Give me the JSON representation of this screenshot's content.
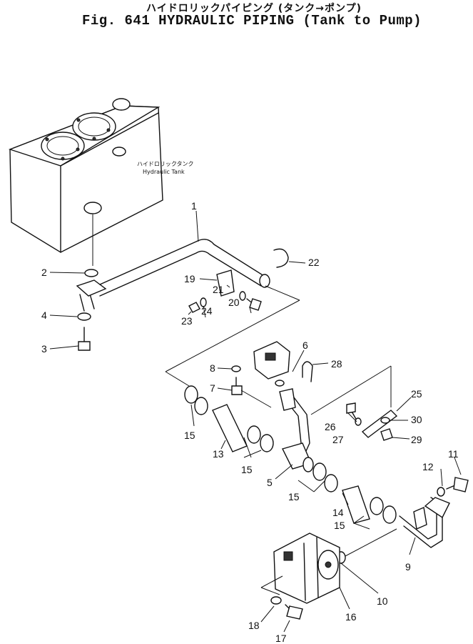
{
  "title": {
    "japanese": "ハイドロリックパイピング (タンク→ポンプ)",
    "english": "Fig. 641 HYDRAULIC PIPING (Tank to Pump)"
  },
  "tank_label": {
    "japanese": "ハイドロリックタンク",
    "english": "Hydraulic Tank"
  },
  "part_numbers": [
    "1",
    "2",
    "3",
    "4",
    "5",
    "6",
    "7",
    "8",
    "9",
    "10",
    "11",
    "12",
    "13",
    "14",
    "15",
    "16",
    "17",
    "18",
    "19",
    "20",
    "21",
    "22",
    "23",
    "24",
    "25",
    "26",
    "27",
    "28",
    "29",
    "30"
  ],
  "callouts": [
    {
      "id": "p1",
      "label": "1"
    },
    {
      "id": "p2",
      "label": "2"
    },
    {
      "id": "p3",
      "label": "3"
    },
    {
      "id": "p4",
      "label": "4"
    },
    {
      "id": "p5",
      "label": "5"
    },
    {
      "id": "p6",
      "label": "6"
    },
    {
      "id": "p7",
      "label": "7"
    },
    {
      "id": "p8",
      "label": "8"
    },
    {
      "id": "p9",
      "label": "9"
    },
    {
      "id": "p10",
      "label": "10"
    },
    {
      "id": "p11",
      "label": "11"
    },
    {
      "id": "p12",
      "label": "12"
    },
    {
      "id": "p13",
      "label": "13"
    },
    {
      "id": "p14",
      "label": "14"
    },
    {
      "id": "p15a",
      "label": "15"
    },
    {
      "id": "p15b",
      "label": "15"
    },
    {
      "id": "p15c",
      "label": "15"
    },
    {
      "id": "p15d",
      "label": "15"
    },
    {
      "id": "p16",
      "label": "16"
    },
    {
      "id": "p17",
      "label": "17"
    },
    {
      "id": "p18",
      "label": "18"
    },
    {
      "id": "p19",
      "label": "19"
    },
    {
      "id": "p20",
      "label": "20"
    },
    {
      "id": "p21",
      "label": "21"
    },
    {
      "id": "p22",
      "label": "22"
    },
    {
      "id": "p23",
      "label": "23"
    },
    {
      "id": "p24",
      "label": "24"
    },
    {
      "id": "p25",
      "label": "25"
    },
    {
      "id": "p26",
      "label": "26"
    },
    {
      "id": "p27",
      "label": "27"
    },
    {
      "id": "p28",
      "label": "28"
    },
    {
      "id": "p29",
      "label": "29"
    },
    {
      "id": "p30",
      "label": "30"
    }
  ]
}
